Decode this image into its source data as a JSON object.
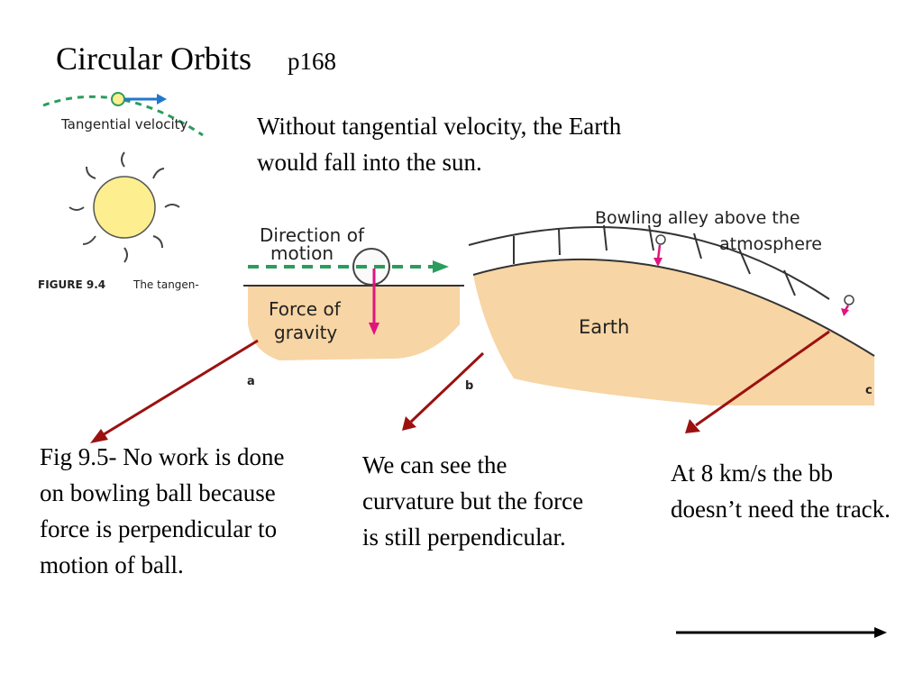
{
  "slide": {
    "title": "Circular Orbits",
    "page_ref": "p168",
    "intro": "Without tangential velocity, the Earth would fall into the sun.",
    "caption_a": "Fig 9.5- No work is done on bowling ball because force is perpendicular to motion of ball.",
    "caption_b": "We can see the curvature but the force is still perpendicular.",
    "caption_c": "At 8 km/s the bb doesn’t need the track."
  },
  "figure_9_4": {
    "label": "Tangential velocity",
    "caption_bold": "FIGURE 9.4",
    "caption_text": "The tangen-"
  },
  "figure_9_5": {
    "direction_label_1": "Direction of",
    "direction_label_2": "motion",
    "gravity_label_1": "Force of",
    "gravity_label_2": "gravity",
    "earth_label": "Earth",
    "alley_label_1": "Bowling alley above the",
    "alley_label_2": "atmosphere",
    "panel_a": "a",
    "panel_b": "b",
    "panel_c": "c"
  },
  "colors": {
    "ground": "#f7d5a4",
    "gravity_arrow": "#e0147f",
    "motion_arrow": "#2a9d5c",
    "pointer_arrow": "#9b1111",
    "sun": "#fdee8f"
  }
}
